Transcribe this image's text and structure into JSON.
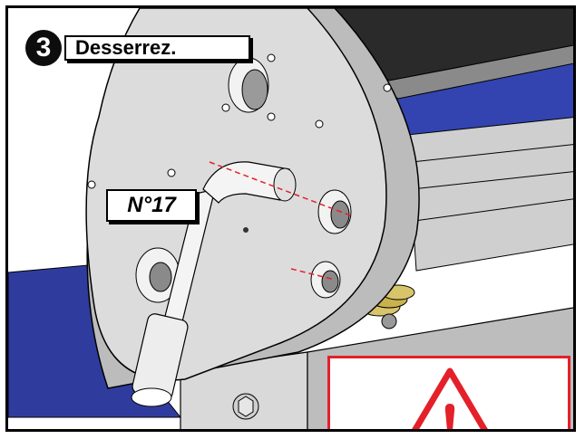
{
  "step": {
    "number": "3",
    "instruction": "Desserrez."
  },
  "tool": {
    "label": "N°17"
  },
  "warning": {
    "icon": "warning-triangle-icon",
    "color": "#e4202a"
  },
  "colors": {
    "panel_gray": "#dcdcdc",
    "frame_blue": "#2f3c9e",
    "guide_red": "#e4202a",
    "outline": "#000000"
  }
}
